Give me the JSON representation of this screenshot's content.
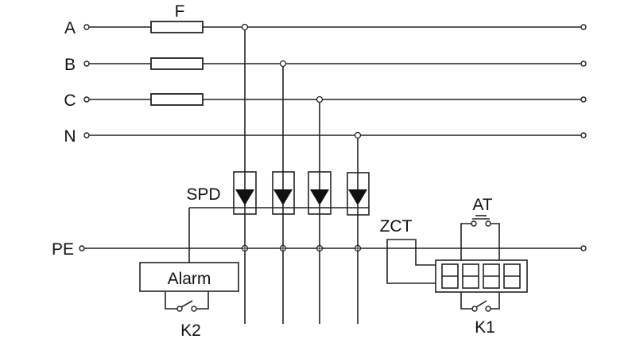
{
  "labels": {
    "fuse": "F",
    "lines": [
      "A",
      "B",
      "C",
      "N",
      "PE"
    ],
    "spd": "SPD",
    "alarm": "Alarm",
    "k2": "K2",
    "zct": "ZCT",
    "at": "AT",
    "k1": "K1"
  }
}
